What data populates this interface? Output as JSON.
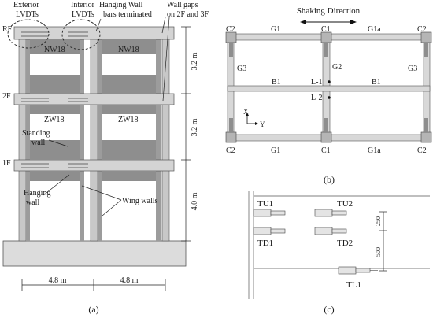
{
  "panel_a": {
    "caption": "(a)",
    "floor_labels": [
      "RF",
      "2F",
      "1F"
    ],
    "callouts": {
      "exterior_lvdts": [
        "Exterior",
        "LVDTs"
      ],
      "interior_lvdts": [
        "Interior",
        "LVDTs"
      ],
      "hanging_wall_bars": [
        "Hanging Wall",
        "bars terminated"
      ],
      "wall_gaps": [
        "Wall gaps",
        "on 2F and 3F"
      ],
      "standing_wall": [
        "Standing",
        "wall"
      ],
      "hanging_wall": [
        "Hanging",
        "wall"
      ],
      "wing_walls": "Wing walls"
    },
    "wall_labels": {
      "top_left": "NW18",
      "top_right": "NW18",
      "mid_left": "ZW18",
      "mid_right": "ZW18"
    },
    "story_heights": [
      "3.2 m",
      "3.2 m",
      "4.0 m"
    ],
    "bay_widths": [
      "4.8 m",
      "4.8 m"
    ]
  },
  "panel_b": {
    "caption": "(b)",
    "shaking_direction": "Shaking Direction",
    "top_row": [
      "C2",
      "G1",
      "C1",
      "G1a",
      "C2"
    ],
    "bottom_row": [
      "C2",
      "G1",
      "C1",
      "G1a",
      "C2"
    ],
    "side_labels": {
      "left": "G3",
      "center": "G2",
      "right": "G3"
    },
    "beam_labels": [
      "B1",
      "B1"
    ],
    "sensors": [
      "L-1",
      "L-2"
    ],
    "axes": {
      "x": "X",
      "y": "Y"
    }
  },
  "panel_c": {
    "caption": "(c)",
    "sensor_labels": {
      "tu1": "TU1",
      "tu2": "TU2",
      "td1": "TD1",
      "td2": "TD2",
      "tl1": "TL1"
    },
    "dimensions": [
      "250",
      "500"
    ]
  }
}
